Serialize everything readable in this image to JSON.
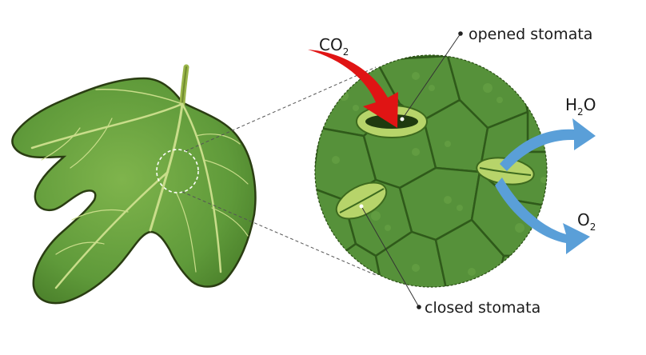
{
  "labels": {
    "opened_stomata": "opened stomata",
    "closed_stomata": "closed stomata"
  },
  "gases": {
    "co2": {
      "base": "CO",
      "sub": "2"
    },
    "h2o": {
      "pre": "H",
      "sub": "2",
      "post": "O"
    },
    "o2": {
      "base": "O",
      "sub": "2"
    }
  },
  "colors": {
    "leaf_fill": "#5f9a3a",
    "leaf_dark": "#3f6f22",
    "leaf_outline": "#2a3d12",
    "vein": "#c9dd8a",
    "cell_bg": "#4d8a2f",
    "cell_wall": "#2f5a1a",
    "stoma": "#b7d46a",
    "co2_arrow": "#e01414",
    "out_arrow": "#5a9fd8"
  }
}
